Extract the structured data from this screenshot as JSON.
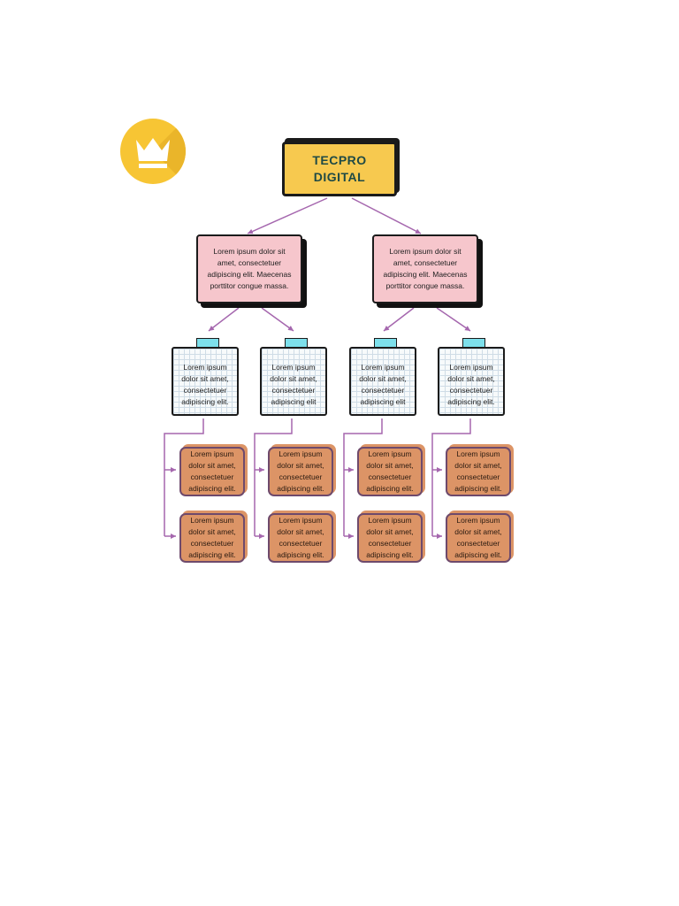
{
  "colors": {
    "badge": "#f7c534",
    "root_fill": "#f7c94f",
    "root_text": "#1f4a45",
    "level1_fill": "#f6c6cc",
    "note_fill": "#f7fafb",
    "tape": "#7de0ec",
    "leaf_fill": "#dc9466",
    "connector": "#a567ae"
  },
  "icons": {
    "badge": "crown-icon"
  },
  "diagram": {
    "root": "TECPRO\nDIGITAL",
    "level1": [
      "Lorem ipsum dolor sit amet, consectetuer adipiscing elit. Maecenas porttitor congue massa.",
      "Lorem ipsum dolor sit amet, consectetuer adipiscing elit. Maecenas porttitor congue massa."
    ],
    "level2": [
      "Lorem ipsum dolor sit amet, consectetuer adipiscing elit.",
      "Lorem ipsum dolor sit amet, consectetuer adipiscing elit",
      "Lorem ipsum dolor sit amet, consectetuer adipiscing elit",
      "Lorem ipsum dolor sit amet, consectetuer adipiscing elit."
    ],
    "level3": [
      "Lorem ipsum dolor sit amet, consectetuer adipiscing elit.",
      "Lorem ipsum dolor sit amet, consectetuer adipiscing elit.",
      "Lorem ipsum dolor sit amet, consectetuer adipiscing elit.",
      "Lorem ipsum dolor sit amet, consectetuer adipiscing elit.",
      "Lorem ipsum dolor sit amet, consectetuer adipiscing elit.",
      "Lorem ipsum dolor sit amet, consectetuer adipiscing elit.",
      "Lorem ipsum dolor sit amet, consectetuer adipiscing elit.",
      "Lorem ipsum dolor sit amet, consectetuer adipiscing elit."
    ]
  }
}
